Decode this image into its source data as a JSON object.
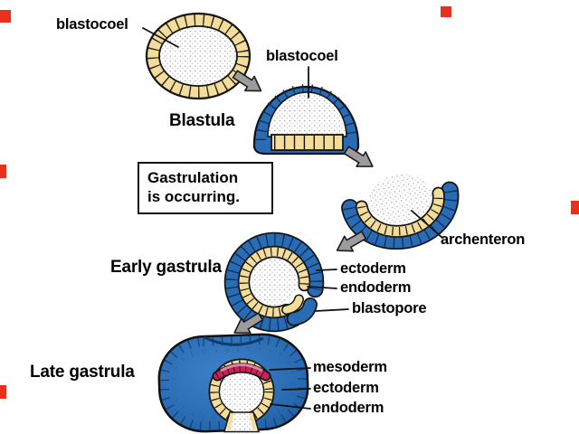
{
  "figure": {
    "stages": {
      "blastula_label": "Blastula",
      "early_gastrula_label": "Early gastrula",
      "late_gastrula_label": "Late gastrula"
    },
    "callouts": {
      "blastocoel_top": "blastocoel",
      "blastocoel_mid": "blastocoel",
      "archenteron": "archenteron",
      "ectoderm_early": "ectoderm",
      "endoderm_early": "endoderm",
      "blastopore": "blastopore",
      "mesoderm": "mesoderm",
      "ectoderm_late": "ectoderm",
      "endoderm_late": "endoderm"
    },
    "note_box": {
      "line1": "Gastrulation",
      "line2": "is occurring."
    },
    "colors": {
      "ectoderm_blue": "#2a6cb3",
      "endoderm_yellow": "#f4dd9b",
      "mesoderm_red": "#c9245a",
      "arrow_gray": "#9c9c9c",
      "edge_mark_red": "#e8301d",
      "background": "#ffffff"
    }
  }
}
